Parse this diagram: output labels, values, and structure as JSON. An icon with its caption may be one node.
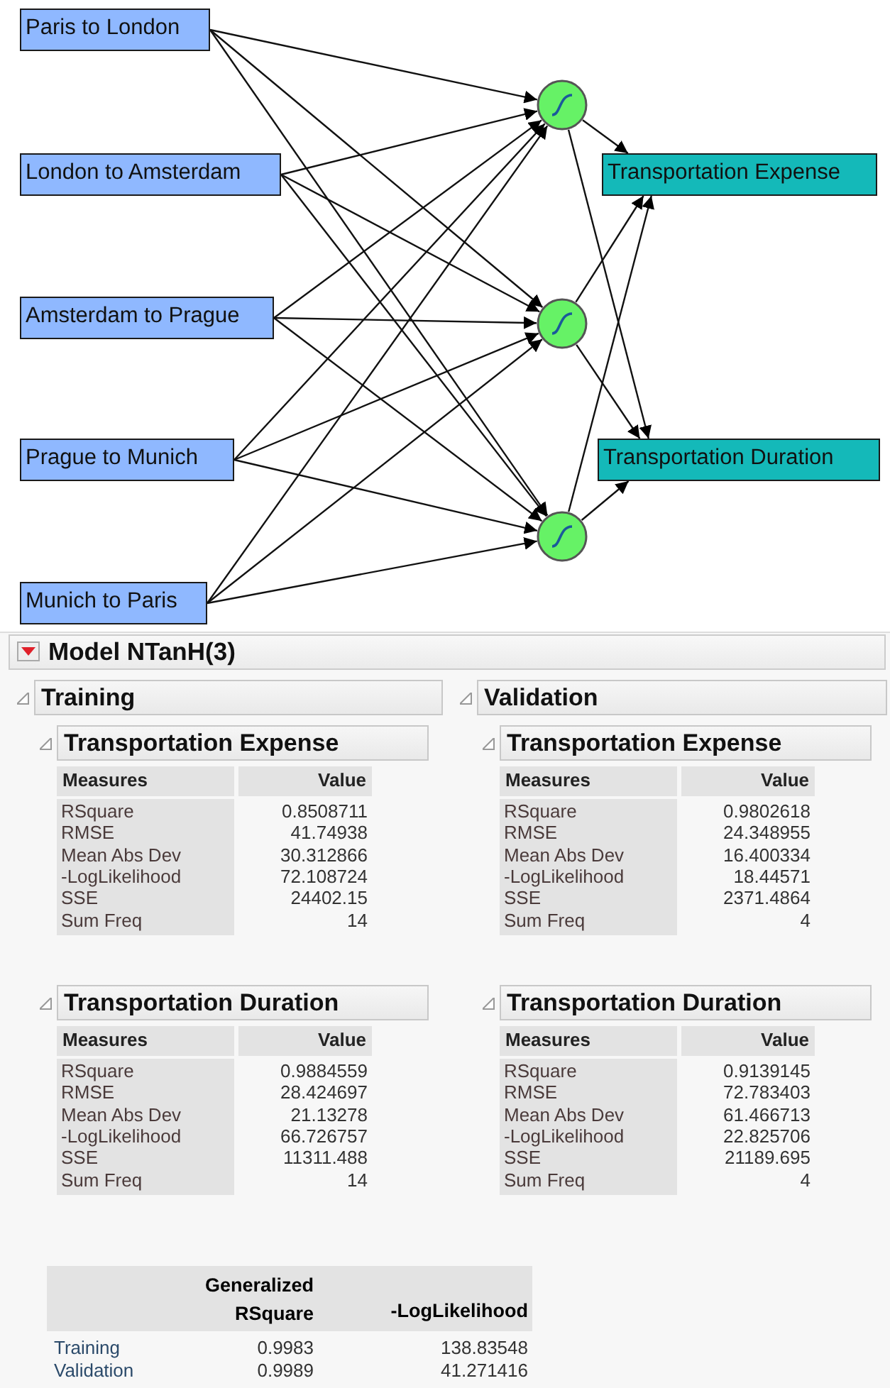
{
  "diagram": {
    "title": "Model NTanH(3)",
    "nodes": [
      {
        "text": [
          "Paris to London"
        ]
      },
      {
        "text": [
          "London to Amsterdam"
        ]
      },
      {
        "text": [
          "Amsterdam to Prague"
        ]
      },
      {
        "text": [
          "Prague to Munich"
        ]
      },
      {
        "text": [
          "Munich to Paris"
        ]
      },
      {
        "text": [],
        "shape": "circle"
      },
      {
        "text": [],
        "shape": "circle"
      },
      {
        "text": [],
        "shape": "circle"
      },
      {
        "text": [
          "Transportation Expense"
        ]
      },
      {
        "text": [
          "Transportation Duration"
        ]
      }
    ],
    "edges": [
      {
        "from": 0,
        "to": 5,
        "arrow": "to"
      },
      {
        "from": 0,
        "to": 6,
        "arrow": "to"
      },
      {
        "from": 0,
        "to": 7,
        "arrow": "to"
      },
      {
        "from": 1,
        "to": 5,
        "arrow": "to"
      },
      {
        "from": 1,
        "to": 6,
        "arrow": "to"
      },
      {
        "from": 1,
        "to": 7,
        "arrow": "to"
      },
      {
        "from": 2,
        "to": 5,
        "arrow": "to"
      },
      {
        "from": 2,
        "to": 6,
        "arrow": "to"
      },
      {
        "from": 2,
        "to": 7,
        "arrow": "to"
      },
      {
        "from": 3,
        "to": 5,
        "arrow": "to"
      },
      {
        "from": 3,
        "to": 6,
        "arrow": "to"
      },
      {
        "from": 3,
        "to": 7,
        "arrow": "to"
      },
      {
        "from": 4,
        "to": 5,
        "arrow": "to"
      },
      {
        "from": 4,
        "to": 6,
        "arrow": "to"
      },
      {
        "from": 4,
        "to": 7,
        "arrow": "to"
      },
      {
        "from": 5,
        "to": 8,
        "arrow": "to"
      },
      {
        "from": 5,
        "to": 9,
        "arrow": "to"
      },
      {
        "from": 6,
        "to": 8,
        "arrow": "to"
      },
      {
        "from": 6,
        "to": 9,
        "arrow": "to"
      },
      {
        "from": 7,
        "to": 8,
        "arrow": "to"
      },
      {
        "from": 7,
        "to": 9,
        "arrow": "to"
      }
    ],
    "labels": [
      "Training",
      "Validation",
      "Transportation Expense",
      "Measures",
      "Value",
      "RSquare",
      "0.8508711",
      "RMSE",
      "41.74938",
      "Mean Abs Dev",
      "30.312866",
      "-LogLikelihood",
      "72.108724",
      "SSE",
      "24402.15",
      "Sum Freq",
      "14",
      "Transportation Duration",
      "Measures",
      "Value",
      "RSquare",
      "0.9884559",
      "RMSE",
      "28.424697",
      "Mean Abs Dev",
      "21.13278",
      "-LogLikelihood",
      "66.726757",
      "SSE",
      "11311.488",
      "Sum Freq",
      "14",
      "Transportation Expense",
      "Measures",
      "Value",
      "RSquare",
      "0.9802618",
      "RMSE",
      "24.348955",
      "Mean Abs Dev",
      "16.400334",
      "-LogLikelihood",
      "18.44571",
      "SSE",
      "2371.4864",
      "Sum Freq",
      "4",
      "Transportation Duration",
      "Measures",
      "Value",
      "RSquare",
      "0.9139145",
      "RMSE",
      "72.783403",
      "Mean Abs Dev",
      "61.466713",
      "-LogLikelihood",
      "22.825706",
      "SSE",
      "21189.695",
      "Sum Freq",
      "4",
      "Generalized RSquare",
      "-LogLikelihood",
      "Training",
      "0.9983",
      "138.83548",
      "Validation",
      "0.9989",
      "41.271416"
    ]
  }
}
